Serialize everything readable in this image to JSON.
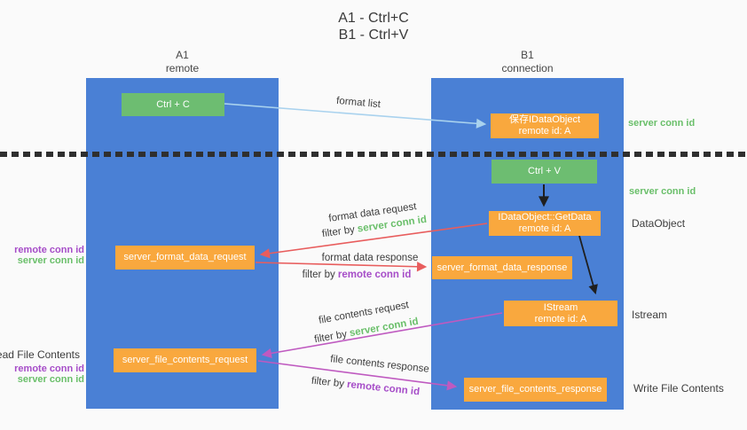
{
  "title": {
    "line1": "A1 - Ctrl+C",
    "line2": "B1 - Ctrl+V"
  },
  "lanes": {
    "left": {
      "name": "A1",
      "role": "remote"
    },
    "right": {
      "name": "B1",
      "role": "connection"
    }
  },
  "nodes": {
    "ctrl_c": {
      "label": "Ctrl + C"
    },
    "ctrl_v": {
      "label": "Ctrl + V"
    },
    "save_dataobject": {
      "line1": "保存IDataObject",
      "line2": "remote id: A"
    },
    "getdata": {
      "line1": "IDataObject::GetData",
      "line2": "remote id: A"
    },
    "istream": {
      "line1": "IStream",
      "line2": "remote id: A"
    },
    "format_request": {
      "label": "server_format_data_request"
    },
    "format_response": {
      "label": "server_format_data_response"
    },
    "file_request": {
      "label": "server_file_contents_request"
    },
    "file_response": {
      "label": "server_file_contents_response"
    }
  },
  "flow_labels": {
    "format_list": "format list",
    "format_data_request": "format data request",
    "format_data_response": "format data response",
    "file_contents_request": "file contents request",
    "file_contents_response": "file contents response",
    "filter_by": "filter by ",
    "server_conn_id": "server conn id",
    "remote_conn_id": "remote conn id"
  },
  "annotations": {
    "right_conn_top": "server conn id",
    "right_conn_mid": "server conn id",
    "dataobject": "DataObject",
    "istream": "Istream",
    "write_file": "Write File Contents",
    "read_file": "Read File Contents",
    "remote_conn_id": "remote conn id",
    "server_conn_id": "server conn id"
  },
  "colors": {
    "lane_blue": "#4a80d5",
    "box_green": "#6dbd71",
    "box_orange": "#f9a83e",
    "arrow_blue": "#a9d2ee",
    "arrow_red": "#e85d5d",
    "arrow_magenta": "#bf5ac0",
    "arrow_black": "#1f1f1f",
    "text_green": "#6abf6a",
    "text_purple": "#a64dc8",
    "text_dark": "#3d3d3d",
    "divider_black": "#2f2f2f",
    "background": "#fafafa"
  }
}
